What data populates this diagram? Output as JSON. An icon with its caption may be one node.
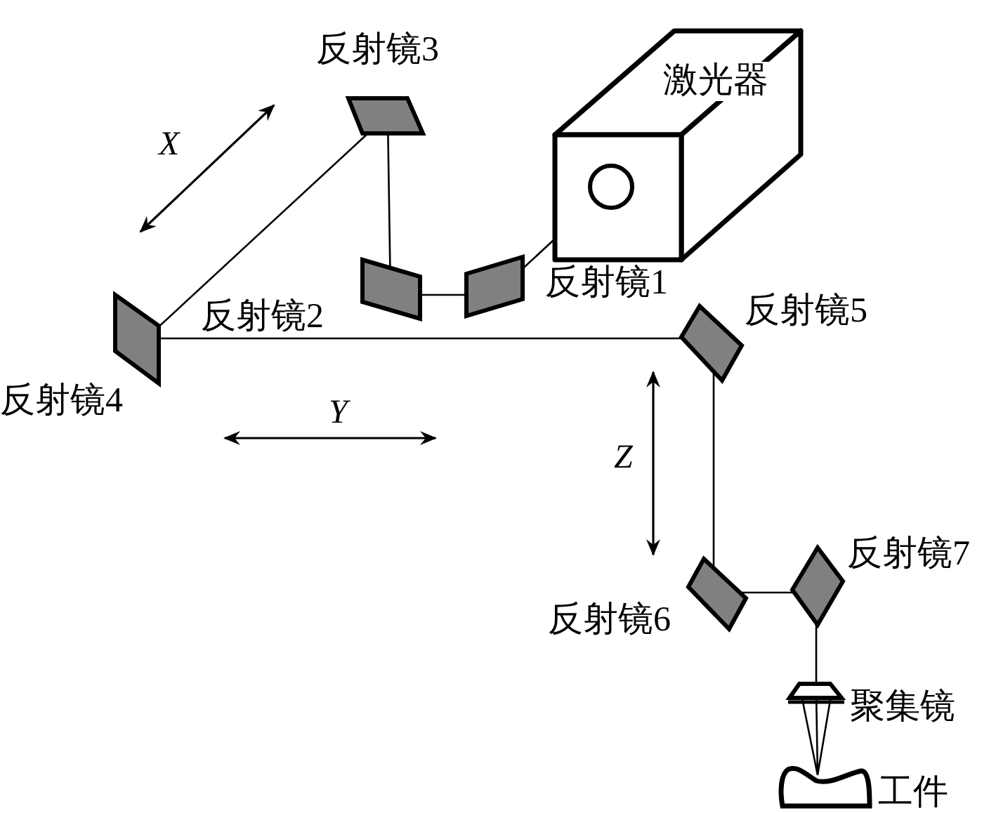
{
  "diagram": {
    "nodes": [
      {
        "text": [
          "激光器"
        ]
      },
      {
        "text": [],
        "shape": "parallelogram",
        "beside": [
          "反射镜1"
        ]
      },
      {
        "text": [],
        "shape": "parallelogram",
        "beside": [
          "反射镜2"
        ]
      },
      {
        "text": [],
        "shape": "parallelogram",
        "beside": [
          "反射镜3"
        ]
      },
      {
        "text": [],
        "shape": "parallelogram",
        "beside": [
          "反射镜4"
        ]
      },
      {
        "text": [],
        "shape": "parallelogram",
        "beside": [
          "反射镜5"
        ]
      },
      {
        "text": [],
        "shape": "parallelogram",
        "beside": [
          "反射镜6"
        ]
      },
      {
        "text": [],
        "shape": "parallelogram",
        "beside": [
          "反射镜7"
        ]
      },
      {
        "text": [],
        "shape": "trapezoid",
        "beside": [
          "聚集镜"
        ]
      },
      {
        "text": [],
        "shape": "saddle",
        "beside": [
          "工件"
        ]
      }
    ],
    "edges": [
      {
        "from": 0,
        "to": 1,
        "arrow": "none"
      },
      {
        "from": 1,
        "to": 2,
        "arrow": "none"
      },
      {
        "from": 2,
        "to": 3,
        "arrow": "none"
      },
      {
        "from": 3,
        "to": 4,
        "arrow": "none"
      },
      {
        "from": 4,
        "to": 5,
        "arrow": "none"
      },
      {
        "from": 5,
        "to": 6,
        "arrow": "none"
      },
      {
        "from": 6,
        "to": 7,
        "arrow": "none"
      },
      {
        "from": 7,
        "to": 8,
        "arrow": "none"
      },
      {
        "from": 8,
        "to": 9,
        "arrow": "none"
      }
    ],
    "labels": [
      "X",
      "Y",
      "Z"
    ]
  }
}
